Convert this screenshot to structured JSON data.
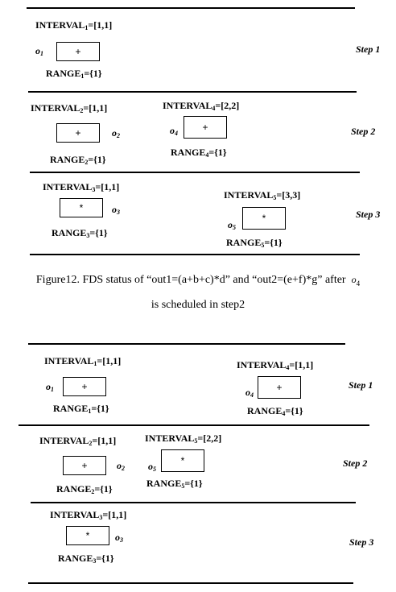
{
  "figure_a": {
    "step1": {
      "interval1": {
        "prefix": "INTERVAL",
        "sub": "1",
        "rest": "=[1,1]"
      },
      "o1": {
        "prefix": "o",
        "sub": "1"
      },
      "box1": "+",
      "range1": {
        "prefix": "RANGE",
        "sub": "1",
        "rest": "={1}"
      },
      "label": "Step 1"
    },
    "step2": {
      "interval2": {
        "prefix": "INTERVAL",
        "sub": "2",
        "rest": "=[1,1]"
      },
      "box2": "+",
      "o2": {
        "prefix": "o",
        "sub": "2"
      },
      "range2": {
        "prefix": "RANGE",
        "sub": "2",
        "rest": "={1}"
      },
      "interval4": {
        "prefix": "INTERVAL",
        "sub": "4",
        "rest": "=[2,2]"
      },
      "o4": {
        "prefix": "o",
        "sub": "4"
      },
      "box4": "+",
      "range4": {
        "prefix": "RANGE",
        "sub": "4",
        "rest": "={1}"
      },
      "label": "Step 2"
    },
    "step3": {
      "interval3": {
        "prefix": "INTERVAL",
        "sub": "3",
        "rest": "=[1,1]"
      },
      "box3": "*",
      "o3": {
        "prefix": "o",
        "sub": "3"
      },
      "range3": {
        "prefix": "RANGE",
        "sub": "3",
        "rest": "={1}"
      },
      "interval5": {
        "prefix": "INTERVAL",
        "sub": "5",
        "rest": "=[3,3]"
      },
      "o5": {
        "prefix": "o",
        "sub": "5"
      },
      "box5": "*",
      "range5": {
        "prefix": "RANGE",
        "sub": "5",
        "rest": "={1}"
      },
      "label": "Step 3"
    }
  },
  "caption": {
    "line1_text": "Figure12. FDS status of “out1=(a+b+c)*d” and “out2=(e+f)*g”  after",
    "line1_op": "o",
    "line1_op_sub": "4",
    "line2": "is scheduled in step2"
  },
  "figure_b": {
    "step1": {
      "interval1": {
        "prefix": "INTERVAL",
        "sub": "1",
        "rest": "=[1,1]"
      },
      "o1": {
        "prefix": "o",
        "sub": "1"
      },
      "box1": "+",
      "range1": {
        "prefix": "RANGE",
        "sub": "1",
        "rest": "={1}"
      },
      "interval4": {
        "prefix": "INTERVAL",
        "sub": "4",
        "rest": "=[1,1]"
      },
      "o4": {
        "prefix": "o",
        "sub": "4"
      },
      "box4": "+",
      "range4": {
        "prefix": "RANGE",
        "sub": "4",
        "rest": "={1}"
      },
      "label": "Step 1"
    },
    "step2": {
      "interval2": {
        "prefix": "INTERVAL",
        "sub": "2",
        "rest": "=[1,1]"
      },
      "box2": "+",
      "o2": {
        "prefix": "o",
        "sub": "2"
      },
      "range2": {
        "prefix": "RANGE",
        "sub": "2",
        "rest": "={1}"
      },
      "interval5": {
        "prefix": "INTERVAL",
        "sub": "5",
        "rest": "=[2,2]"
      },
      "o5": {
        "prefix": "o",
        "sub": "5"
      },
      "box5": "*",
      "range5": {
        "prefix": "RANGE",
        "sub": "5",
        "rest": "={1}"
      },
      "label": "Step 2"
    },
    "step3": {
      "interval3": {
        "prefix": "INTERVAL",
        "sub": "3",
        "rest": "=[1,1]"
      },
      "box3": "*",
      "o3": {
        "prefix": "o",
        "sub": "3"
      },
      "range3": {
        "prefix": "RANGE",
        "sub": "3",
        "rest": "={1}"
      },
      "label": "Step 3"
    }
  }
}
